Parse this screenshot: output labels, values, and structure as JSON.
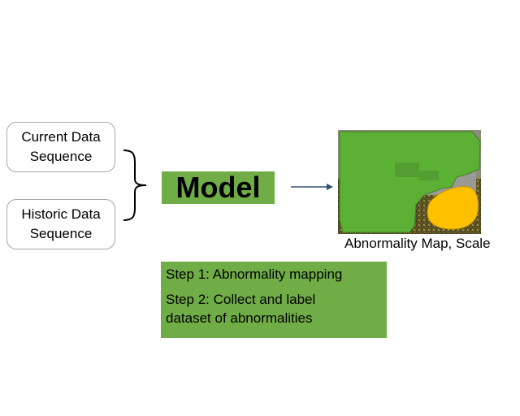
{
  "inputs": {
    "current": "Current Data\nSequence",
    "historic": "Historic Data\nSequence"
  },
  "model": {
    "label": "Model"
  },
  "output": {
    "caption": "Abnormality Map, Scale"
  },
  "steps": [
    "Step 1: Abnormality mapping",
    "Step 2: Collect and label\ndataset of abnormalities"
  ],
  "colors": {
    "model_fill": "#70ad47",
    "steps_fill": "#70ad47",
    "map_overlay_green": "#5cb135",
    "map_overlay_yellow": "#ffc000",
    "arrow": "#2f4f6f"
  }
}
